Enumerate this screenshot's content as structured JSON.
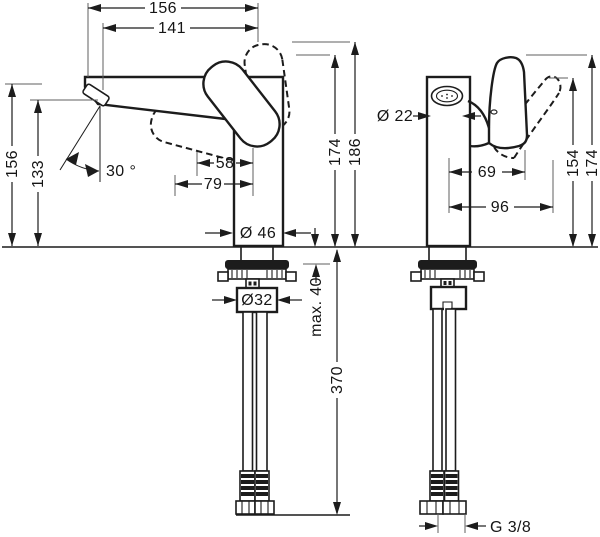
{
  "dimensions": {
    "front_view": {
      "spout_reach_total": "156",
      "spout_reach_aerator": "141",
      "height_spout_tip": "156",
      "height_aerator": "133",
      "spout_angle": "30 °",
      "handle_depth_inner": "58",
      "handle_depth_outer": "79",
      "base_diameter": "Ø 46",
      "shank_diameter": "Ø32",
      "counter_max_thickness": "max. 40",
      "hose_length": "370",
      "height_body_top": "174",
      "height_handle_max": "186"
    },
    "side_view": {
      "aerator_diameter": "Ø 22",
      "handle_offset": "69",
      "handle_swing_offset": "96",
      "height_handle_tilted": "154",
      "height_handle_top": "174",
      "hose_thread": "G 3/8"
    }
  },
  "colors": {
    "line": "#1c1c1c",
    "background": "#ffffff"
  }
}
